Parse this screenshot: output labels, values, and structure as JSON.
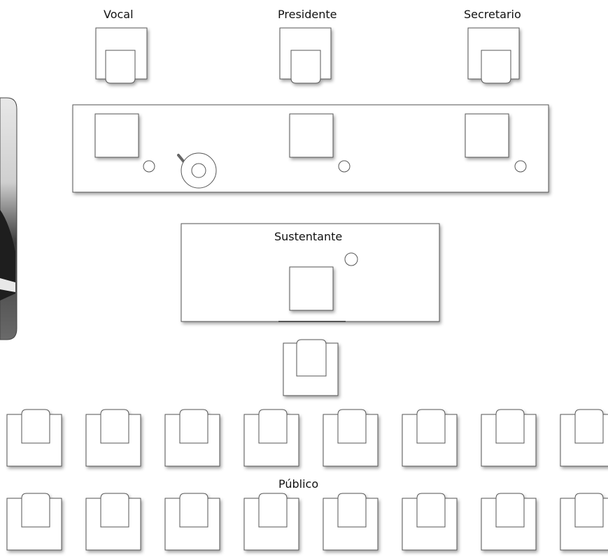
{
  "labels": {
    "vocal": "Vocal",
    "presidente": "Presidente",
    "secretario": "Secretario",
    "sustentante": "Sustentante",
    "publico": "Público"
  },
  "colors": {
    "stroke": "#555555",
    "fill": "#ffffff",
    "shadow": "#bdbdbd"
  }
}
